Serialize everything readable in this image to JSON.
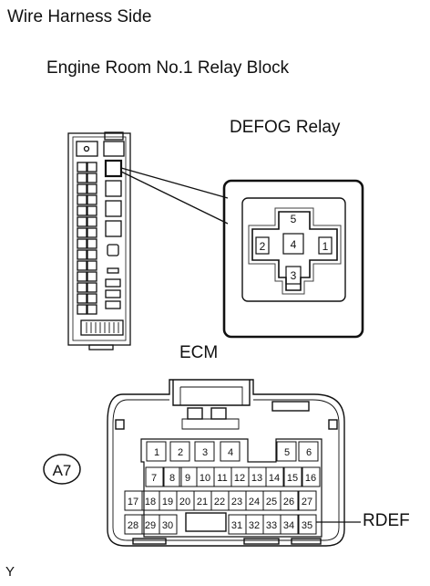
{
  "header": {
    "title": "Wire Harness Side"
  },
  "relay_block": {
    "title": "Engine Room No.1 Relay Block"
  },
  "relay": {
    "title": "DEFOG Relay",
    "pins": [
      "5",
      "2",
      "4",
      "1",
      "3"
    ]
  },
  "ecm": {
    "title": "ECM",
    "connector_id": "A7",
    "pins_row1": [
      "1",
      "2",
      "3",
      "4",
      "5",
      "6"
    ],
    "pins_row2": [
      "7",
      "8",
      "9",
      "10",
      "11",
      "12",
      "13",
      "14",
      "15",
      "16"
    ],
    "pins_row3": [
      "17",
      "18",
      "19",
      "20",
      "21",
      "22",
      "23",
      "24",
      "25",
      "26",
      "27"
    ],
    "pins_row4_left": [
      "28",
      "29",
      "30"
    ],
    "pins_row4_right": [
      "31",
      "32",
      "33",
      "34",
      "35"
    ],
    "callout": "RDEF"
  },
  "footer": {
    "code": "Y"
  }
}
